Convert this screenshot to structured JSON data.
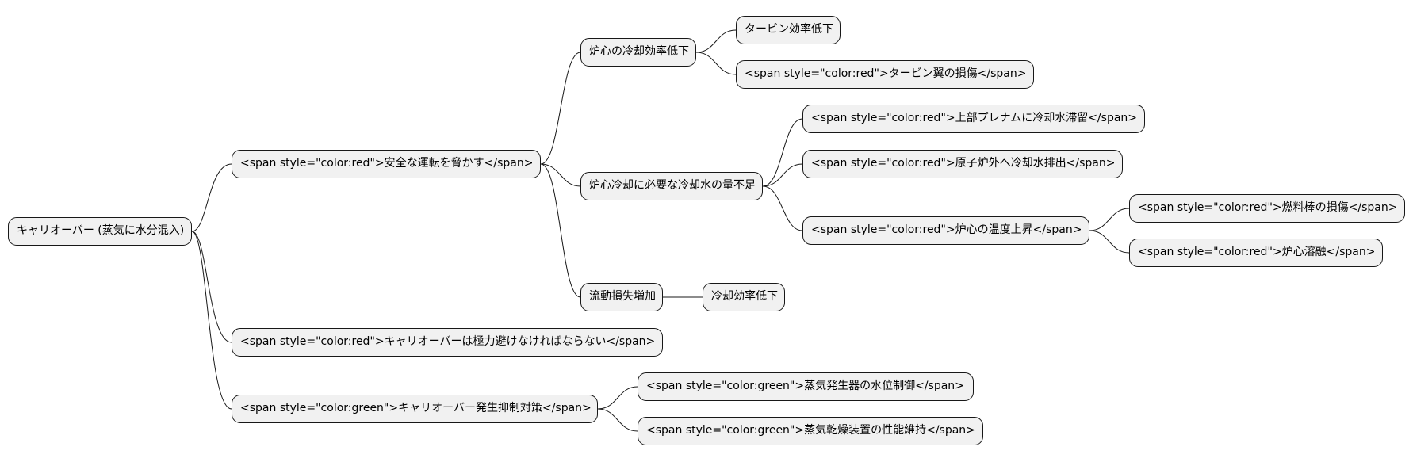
{
  "mindmap": {
    "root": "キャリオーバー (蒸気に水分混入)",
    "safety": "<span style=\"color:red\">安全な運転を脅かす</span>",
    "core_cooling": "炉心の冷却効率低下",
    "turbine_eff": "タービン効率低下",
    "turbine_blade": "<span style=\"color:red\">タービン翼の損傷</span>",
    "coolant_short": "炉心冷却に必要な冷却水の量不足",
    "upper_plenum": "<span style=\"color:red\">上部プレナムに冷却水滞留</span>",
    "discharge": "<span style=\"color:red\">原子炉外へ冷却水排出</span>",
    "core_temp": "<span style=\"color:red\">炉心の温度上昇</span>",
    "fuel_rod": "<span style=\"color:red\">燃料棒の損傷</span>",
    "meltdown": "<span style=\"color:red\">炉心溶融</span>",
    "flow_loss": "流動損失増加",
    "cooling_eff": "冷却効率低下",
    "avoid": "<span style=\"color:red\">キャリオーバーは極力避けなければならない</span>",
    "countermeasure": "<span style=\"color:green\">キャリオーバー発生抑制対策</span>",
    "water_level": "<span style=\"color:green\">蒸気発生器の水位制御</span>",
    "dryer": "<span style=\"color:green\">蒸気乾燥装置の性能維持</span>"
  },
  "colors": {
    "node_fill": "#f1f1f1",
    "node_border": "#181818",
    "edge": "#181818"
  }
}
